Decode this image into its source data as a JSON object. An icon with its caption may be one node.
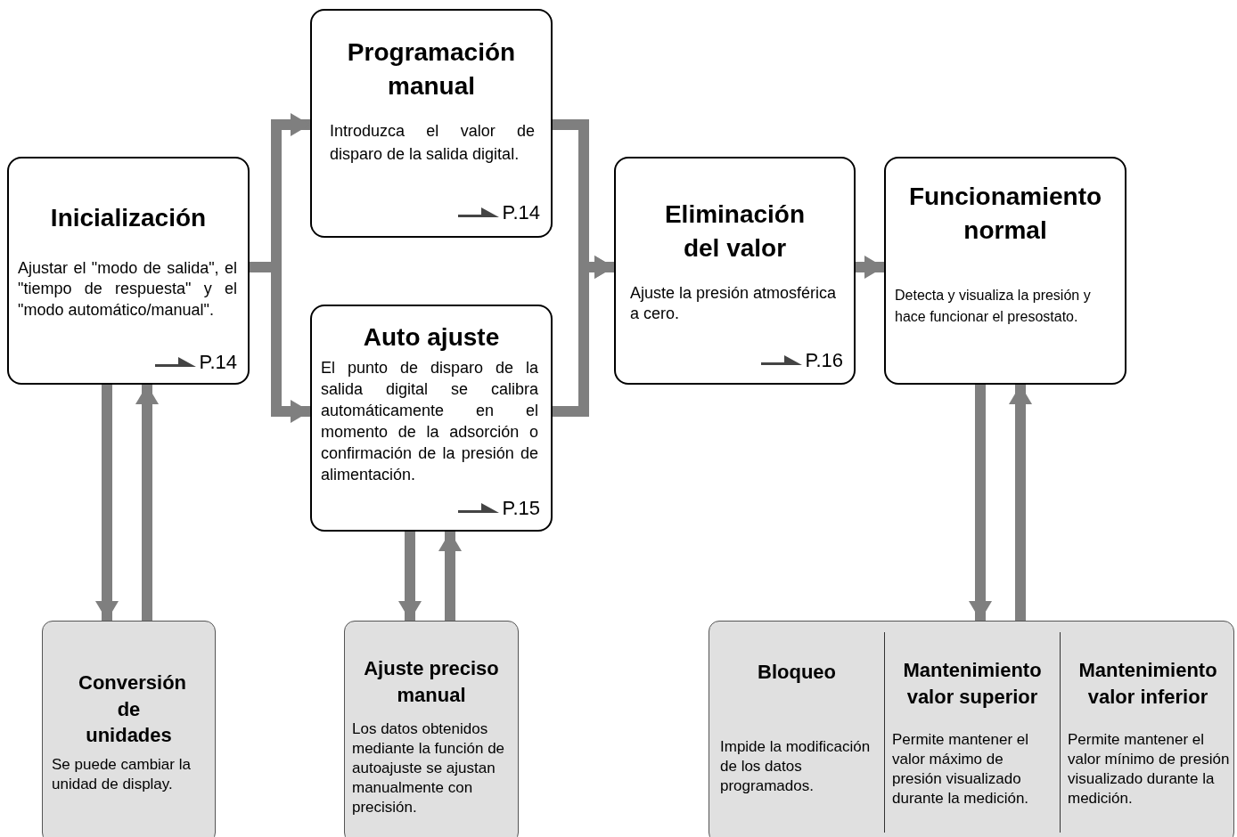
{
  "diagram": {
    "nodes": [
      {
        "text": [
          "Inicialización",
          "Ajustar el \"modo de salida\", el \"tiempo de respuesta\" y el \"modo automático/manual\".",
          "P.14"
        ]
      },
      {
        "text": [
          "Programación manual",
          "Introduzca el valor de disparo de la salida digital.",
          "P.14"
        ]
      },
      {
        "text": [
          "Auto ajuste",
          "El punto de disparo de la salida digital se calibra automáticamente en el momento de la adsorción o confirmación de la presión de alimentación.",
          "P.15"
        ]
      },
      {
        "text": [
          "Eliminación del valor",
          "Ajuste la presión atmosférica a cero.",
          "P.16"
        ]
      },
      {
        "text": [
          "Funcionamiento normal",
          "Detecta y visualiza la presión y hace funcionar el presostato."
        ]
      },
      {
        "text": [
          "Conversión de unidades",
          "Se puede cambiar la unidad de display."
        ]
      },
      {
        "text": [
          "Ajuste preciso manual",
          "Los datos obtenidos mediante la función de autoajuste se ajustan manualmente con precisión."
        ]
      },
      {
        "text": [],
        "shape": "box"
      },
      {
        "text": [
          "Bloqueo",
          "Impide la modificación de los datos programados."
        ],
        "in": 7
      },
      {
        "text": [
          "Mantenimiento valor superior",
          "Permite mantener el valor máximo de presión visualizado durante la medición."
        ],
        "in": 7
      },
      {
        "text": [
          "Mantenimiento valor inferior",
          "Permite mantener el valor mínimo de presión visualizado durante la medición."
        ],
        "in": 7
      }
    ],
    "edges": [
      {
        "from": 0,
        "to": 1,
        "arrow": "to"
      },
      {
        "from": 0,
        "to": 2,
        "arrow": "to"
      },
      {
        "from": 1,
        "to": 3,
        "arrow": "to"
      },
      {
        "from": 2,
        "to": 3,
        "arrow": "to"
      },
      {
        "from": 3,
        "to": 4,
        "arrow": "to"
      },
      {
        "from": 0,
        "to": 5,
        "arrow": "to"
      },
      {
        "from": 5,
        "to": 0,
        "arrow": "to"
      },
      {
        "from": 2,
        "to": 6,
        "arrow": "to"
      },
      {
        "from": 6,
        "to": 2,
        "arrow": "to"
      },
      {
        "from": 4,
        "to": 7,
        "arrow": "to"
      },
      {
        "from": 7,
        "to": 4,
        "arrow": "to"
      }
    ]
  }
}
